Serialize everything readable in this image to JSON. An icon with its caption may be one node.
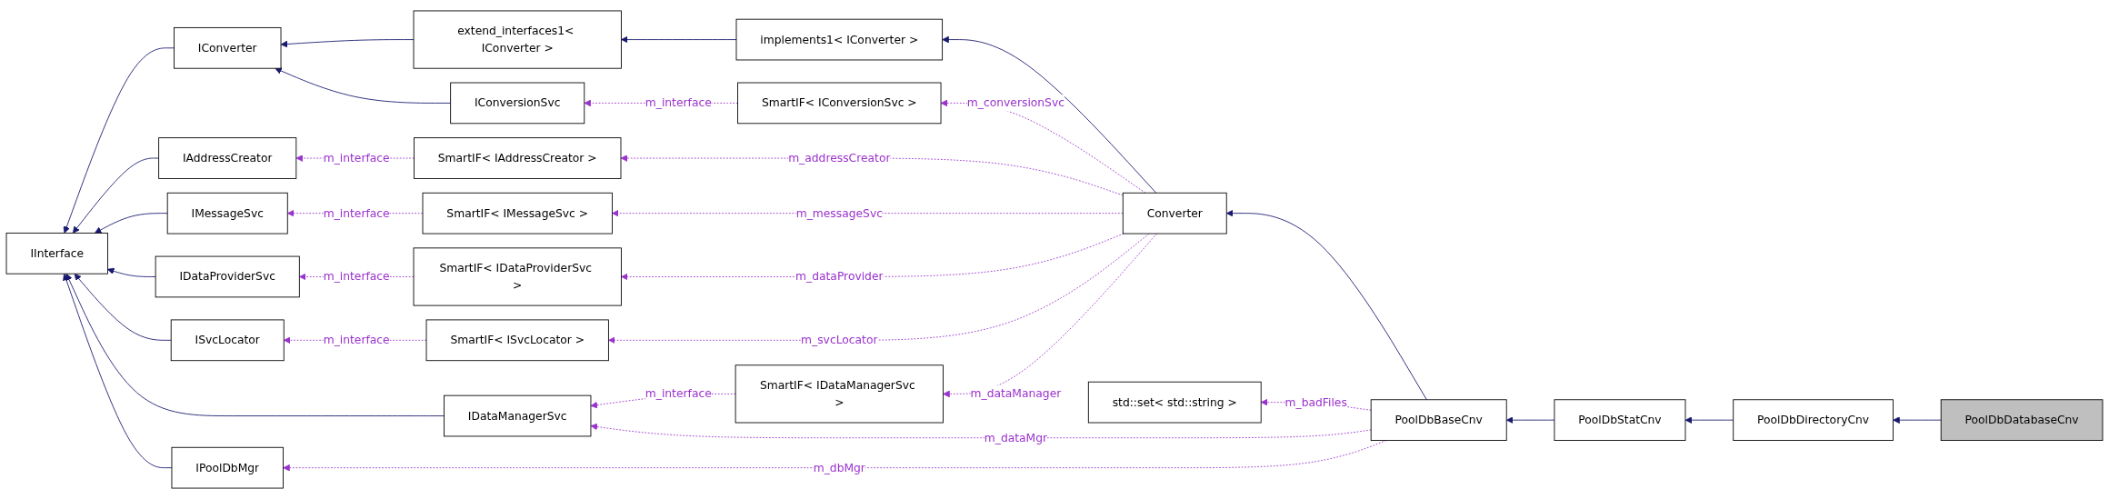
{
  "diagram": {
    "nodes": [
      {
        "text": [
          "IInterface"
        ]
      },
      {
        "text": [
          "IConverter"
        ]
      },
      {
        "text": [
          "extend_interfaces1< IConverter >"
        ]
      },
      {
        "text": [
          "implements1< IConverter >"
        ]
      },
      {
        "text": [
          "IConversionSvc"
        ]
      },
      {
        "text": [
          "SmartIF< IConversionSvc >"
        ]
      },
      {
        "text": [
          "IAddressCreator"
        ]
      },
      {
        "text": [
          "SmartIF< IAddressCreator >"
        ]
      },
      {
        "text": [
          "IMessageSvc"
        ]
      },
      {
        "text": [
          "SmartIF< IMessageSvc >"
        ]
      },
      {
        "text": [
          "IDataProviderSvc"
        ]
      },
      {
        "text": [
          "SmartIF< IDataProviderSvc >"
        ]
      },
      {
        "text": [
          "ISvcLocator"
        ]
      },
      {
        "text": [
          "SmartIF< ISvcLocator >"
        ]
      },
      {
        "text": [
          "IDataManagerSvc"
        ]
      },
      {
        "text": [
          "SmartIF< IDataManagerSvc >"
        ]
      },
      {
        "text": [
          "IPoolDbMgr"
        ]
      },
      {
        "text": [
          "Converter"
        ]
      },
      {
        "text": [
          "PoolDbBaseCnv"
        ]
      },
      {
        "text": [
          "PoolDbStatCnv"
        ]
      },
      {
        "text": [
          "PoolDbDirectoryCnv"
        ]
      },
      {
        "text": [
          "PoolDbDatabaseCnv"
        ]
      },
      {
        "text": [
          "std::set< std::string >"
        ]
      }
    ],
    "edges": [
      {
        "from": 1,
        "to": 0,
        "arrow": "to"
      },
      {
        "from": 2,
        "to": 1,
        "arrow": "to"
      },
      {
        "from": 3,
        "to": 2,
        "arrow": "to"
      },
      {
        "from": 4,
        "to": 1,
        "arrow": "to"
      },
      {
        "from": 5,
        "to": 4,
        "arrow": "to",
        "label": "m_interface",
        "style": "dashed",
        "color": "#9a32cd"
      },
      {
        "from": 17,
        "to": 3,
        "arrow": "to"
      },
      {
        "from": 17,
        "to": 5,
        "arrow": "to",
        "label": "m_conversionSvc",
        "style": "dashed",
        "color": "#9a32cd"
      },
      {
        "from": 6,
        "to": 0,
        "arrow": "to"
      },
      {
        "from": 7,
        "to": 6,
        "arrow": "to",
        "label": "m_interface",
        "style": "dashed",
        "color": "#9a32cd"
      },
      {
        "from": 17,
        "to": 7,
        "arrow": "to",
        "label": "m_addressCreator",
        "style": "dashed",
        "color": "#9a32cd"
      },
      {
        "from": 8,
        "to": 0,
        "arrow": "to"
      },
      {
        "from": 9,
        "to": 8,
        "arrow": "to",
        "label": "m_interface",
        "style": "dashed",
        "color": "#9a32cd"
      },
      {
        "from": 17,
        "to": 9,
        "arrow": "to",
        "label": "m_messageSvc",
        "style": "dashed",
        "color": "#9a32cd"
      },
      {
        "from": 10,
        "to": 0,
        "arrow": "to"
      },
      {
        "from": 11,
        "to": 10,
        "arrow": "to",
        "label": "m_interface",
        "style": "dashed",
        "color": "#9a32cd"
      },
      {
        "from": 17,
        "to": 11,
        "arrow": "to",
        "label": "m_dataProvider",
        "style": "dashed",
        "color": "#9a32cd"
      },
      {
        "from": 12,
        "to": 0,
        "arrow": "to"
      },
      {
        "from": 13,
        "to": 12,
        "arrow": "to",
        "label": "m_interface",
        "style": "dashed",
        "color": "#9a32cd"
      },
      {
        "from": 17,
        "to": 13,
        "arrow": "to",
        "label": "m_svcLocator",
        "style": "dashed",
        "color": "#9a32cd"
      },
      {
        "from": 14,
        "to": 0,
        "arrow": "to"
      },
      {
        "from": 15,
        "to": 14,
        "arrow": "to",
        "label": "m_interface",
        "style": "dashed",
        "color": "#9a32cd"
      },
      {
        "from": 17,
        "to": 15,
        "arrow": "to",
        "label": "m_dataManager",
        "style": "dashed",
        "color": "#9a32cd"
      },
      {
        "from": 16,
        "to": 0,
        "arrow": "to"
      },
      {
        "from": 18,
        "to": 17,
        "arrow": "to"
      },
      {
        "from": 18,
        "to": 14,
        "arrow": "to",
        "label": "m_dataMgr",
        "style": "dashed",
        "color": "#9a32cd"
      },
      {
        "from": 18,
        "to": 16,
        "arrow": "to",
        "label": "m_dbMgr",
        "style": "dashed",
        "color": "#9a32cd"
      },
      {
        "from": 18,
        "to": 22,
        "arrow": "to",
        "label": "m_badFiles",
        "style": "dashed",
        "color": "#9a32cd"
      },
      {
        "from": 19,
        "to": 18,
        "arrow": "to"
      },
      {
        "from": 20,
        "to": 19,
        "arrow": "to"
      },
      {
        "from": 21,
        "to": 20,
        "arrow": "to"
      }
    ]
  }
}
